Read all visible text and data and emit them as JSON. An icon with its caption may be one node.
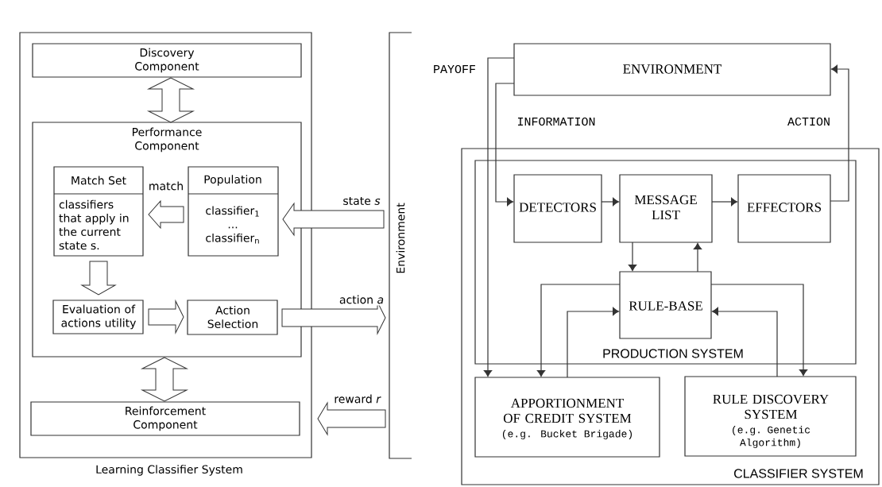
{
  "diagram": {
    "nodes": [
      {
        "text": [
          "Learning Classifier System"
        ]
      },
      {
        "text": [
          "Discovery Component"
        ],
        "in": 0
      },
      {
        "text": [
          "Performance Component"
        ],
        "in": 0
      },
      {
        "text": [
          "Match Set",
          "classifiers that apply in the current state s."
        ],
        "in": 2
      },
      {
        "text": [
          "Population",
          "classifier$_{1}$ ... classifier$_{n}$"
        ],
        "in": 2
      },
      {
        "text": [
          "Evaluation of actions utility"
        ],
        "in": 2
      },
      {
        "text": [
          "Action Selection"
        ],
        "in": 2
      },
      {
        "text": [
          "Reinforcement Component"
        ],
        "in": 0
      },
      {
        "text": [
          "Environment"
        ]
      },
      {
        "text": [
          "ENVIRONMENT"
        ]
      },
      {
        "text": [
          "CLASSIFIER SYSTEM"
        ]
      },
      {
        "text": [
          "PRODUCTION SYSTEM"
        ],
        "in": 10
      },
      {
        "text": [
          "DETECTORS"
        ],
        "in": 11
      },
      {
        "text": [
          "MESSAGE LIST"
        ],
        "in": 11
      },
      {
        "text": [
          "EFFECTORS"
        ],
        "in": 11
      },
      {
        "text": [
          "RULE-BASE"
        ],
        "in": 11
      },
      {
        "text": [
          "APPORTIONMENT OF CREDIT SYSTEM",
          "(e.g. Bucket Brigade)"
        ],
        "in": 10
      },
      {
        "text": [
          "RULE DISCOVERY SYSTEM",
          "(e.g. Genetic Algorithm)"
        ],
        "in": 10
      }
    ],
    "edges": [
      {
        "from": 1,
        "to": 2,
        "arrow": "both"
      },
      {
        "from": 4,
        "to": 3,
        "arrow": "to",
        "label": "match"
      },
      {
        "from": 8,
        "to": 4,
        "arrow": "to",
        "label": "state *s*"
      },
      {
        "from": 3,
        "to": 5,
        "arrow": "to"
      },
      {
        "from": 5,
        "to": 6,
        "arrow": "to"
      },
      {
        "from": 6,
        "to": 8,
        "arrow": "to",
        "label": "action *a*"
      },
      {
        "from": 2,
        "to": 7,
        "arrow": "both"
      },
      {
        "from": 8,
        "to": 7,
        "arrow": "to",
        "label": "reward *r*"
      },
      {
        "from": 9,
        "to": 12,
        "arrow": "to",
        "label": "INFORMATION"
      },
      {
        "from": 9,
        "to": 16,
        "arrow": "to",
        "label": "PAYOFF"
      },
      {
        "from": 14,
        "to": 9,
        "arrow": "to",
        "label": "ACTION"
      },
      {
        "from": 12,
        "to": 13,
        "arrow": "to"
      },
      {
        "from": 13,
        "to": 14,
        "arrow": "to"
      },
      {
        "from": 13,
        "to": 15,
        "arrow": "to"
      },
      {
        "from": 15,
        "to": 13,
        "arrow": "to"
      },
      {
        "from": 15,
        "to": 16,
        "arrow": "to"
      },
      {
        "from": 16,
        "to": 15,
        "arrow": "to"
      },
      {
        "from": 15,
        "to": 17,
        "arrow": "to"
      },
      {
        "from": 17,
        "to": 15,
        "arrow": "to"
      }
    ]
  }
}
